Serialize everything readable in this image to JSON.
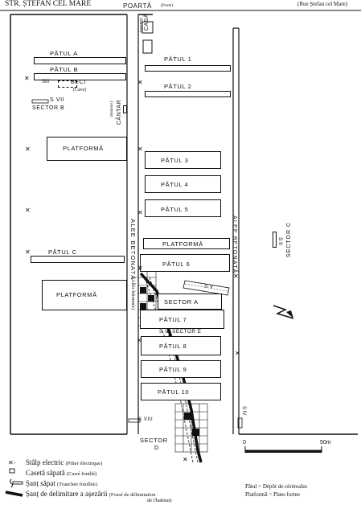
{
  "header": {
    "street_left": "STR. ȘTEFAN CEL MARE",
    "street_right": "(Rue Ștefan cel Mare)",
    "gate": "POARTĂ",
    "gate_fr": "(Porte)",
    "house": "CASĂ",
    "house_fr": "(Maison)"
  },
  "plots_left": [
    {
      "label": "PĂTUL a"
    },
    {
      "label": "PĂTUL b"
    },
    {
      "label": "PĂTUL c"
    }
  ],
  "platforms_left": [
    "PLATFORMĂ",
    "PLATFORMĂ"
  ],
  "cellar": {
    "code": "SIII",
    "label": "BECI",
    "fr": "(Cave)"
  },
  "sector_b": {
    "trench": "S VII",
    "label": "SECTOR B"
  },
  "scale_house": {
    "label": "CÂNTAR",
    "fr": "(Balance)"
  },
  "plots_right": [
    "PĂTUL 1",
    "PĂTUL 2",
    "PĂTUL 3",
    "PĂTUL 4",
    "PĂTUL 5",
    "PLATFORMĂ",
    "PĂTUL 6",
    "PĂTUL 7",
    "PĂTUL 8",
    "PĂTUL 9",
    "PĂTUL 10"
  ],
  "sector_a": "SECTOR A",
  "trench_v": "S V",
  "trench_vi": "S VI SECTOR E",
  "trench_viii": "S VIII",
  "trench_iv": "S IV",
  "trench_ii": "S II",
  "sector_c": "SECTOR C",
  "sector_d": {
    "label": "SECTOR",
    "letter": "D"
  },
  "alley_left": "ALEE BETONATĂ",
  "alley_left_fr": "(Allée bétonnée)",
  "alley_right": "ALEE BETONATĂ",
  "scale": {
    "zero": "0",
    "end": "50m"
  },
  "legend": {
    "pole": {
      "label": "Stâlp electric",
      "fr": "(Pilier électrique)"
    },
    "square": {
      "label": "Casetă săpată",
      "fr": "(Carré fouillé)"
    },
    "trench": {
      "label": "Șanț săpat",
      "fr": "(Tranchée fouillée)"
    },
    "ditch": {
      "label": "Șanț de delimitare a așezării",
      "fr": "(Fossé de délimitation",
      "fr2": "de l'habitat)"
    }
  },
  "notes": {
    "patul": "Pătul = Dépôt de céréreales",
    "platforma": "Platformă = Plate-forme"
  },
  "icons": {
    "pole": "x-mark-icon",
    "square": "square-icon",
    "trench": "trench-icon",
    "ditch": "thick-line-icon",
    "north": "north-arrow-icon"
  },
  "colors": {
    "ink": "#111111",
    "background": "#ffffff"
  }
}
